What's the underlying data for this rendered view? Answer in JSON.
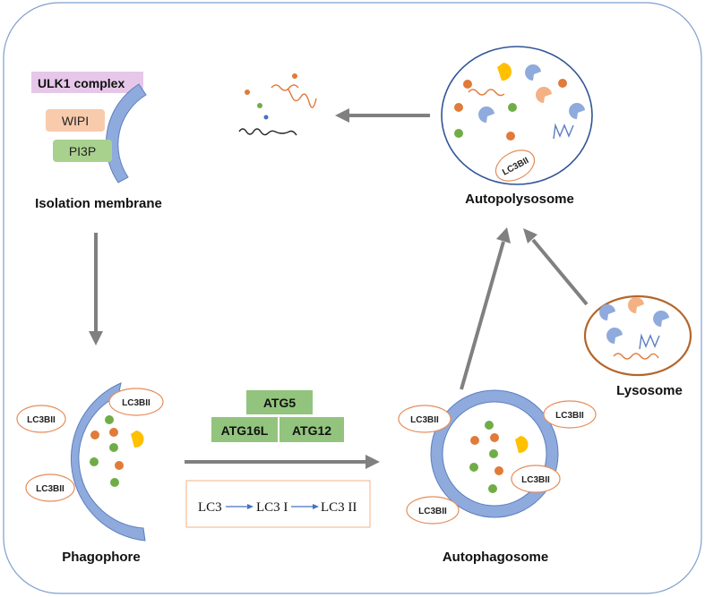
{
  "labels": {
    "isolation": "Isolation membrane",
    "phagophore": "Phagophore",
    "autophagosome": "Autophagosome",
    "autopolysosome": "Autopolysosome",
    "lysosome": "Lysosome"
  },
  "complexes": {
    "ulk1": "ULK1 complex",
    "wipi": "WIPI",
    "pi3p": "PI3P"
  },
  "atg": {
    "atg5": "ATG5",
    "atg16l": "ATG16L",
    "atg12": "ATG12"
  },
  "lc3_chain": {
    "lc3": "LC3",
    "lc3_i": "LC3 I",
    "lc3_ii": "LC3 II"
  },
  "lc3bii": "LC3BII",
  "colors": {
    "membrane": "#8faadc",
    "membrane_stroke": "#5b7fbf",
    "arrow": "#808080",
    "ulk1": "#e6c7ea",
    "wipi": "#f8cbad",
    "pi3p": "#a9d18e",
    "atg": "#92c47d",
    "orange_dot": "#e07b39",
    "green_dot": "#70ad47",
    "enzyme": "#8faadc",
    "enzyme_salmon": "#f4b183",
    "yellow": "#ffc000",
    "lysosome_border": "#b4662b",
    "pill_border": "#e58d5a"
  }
}
